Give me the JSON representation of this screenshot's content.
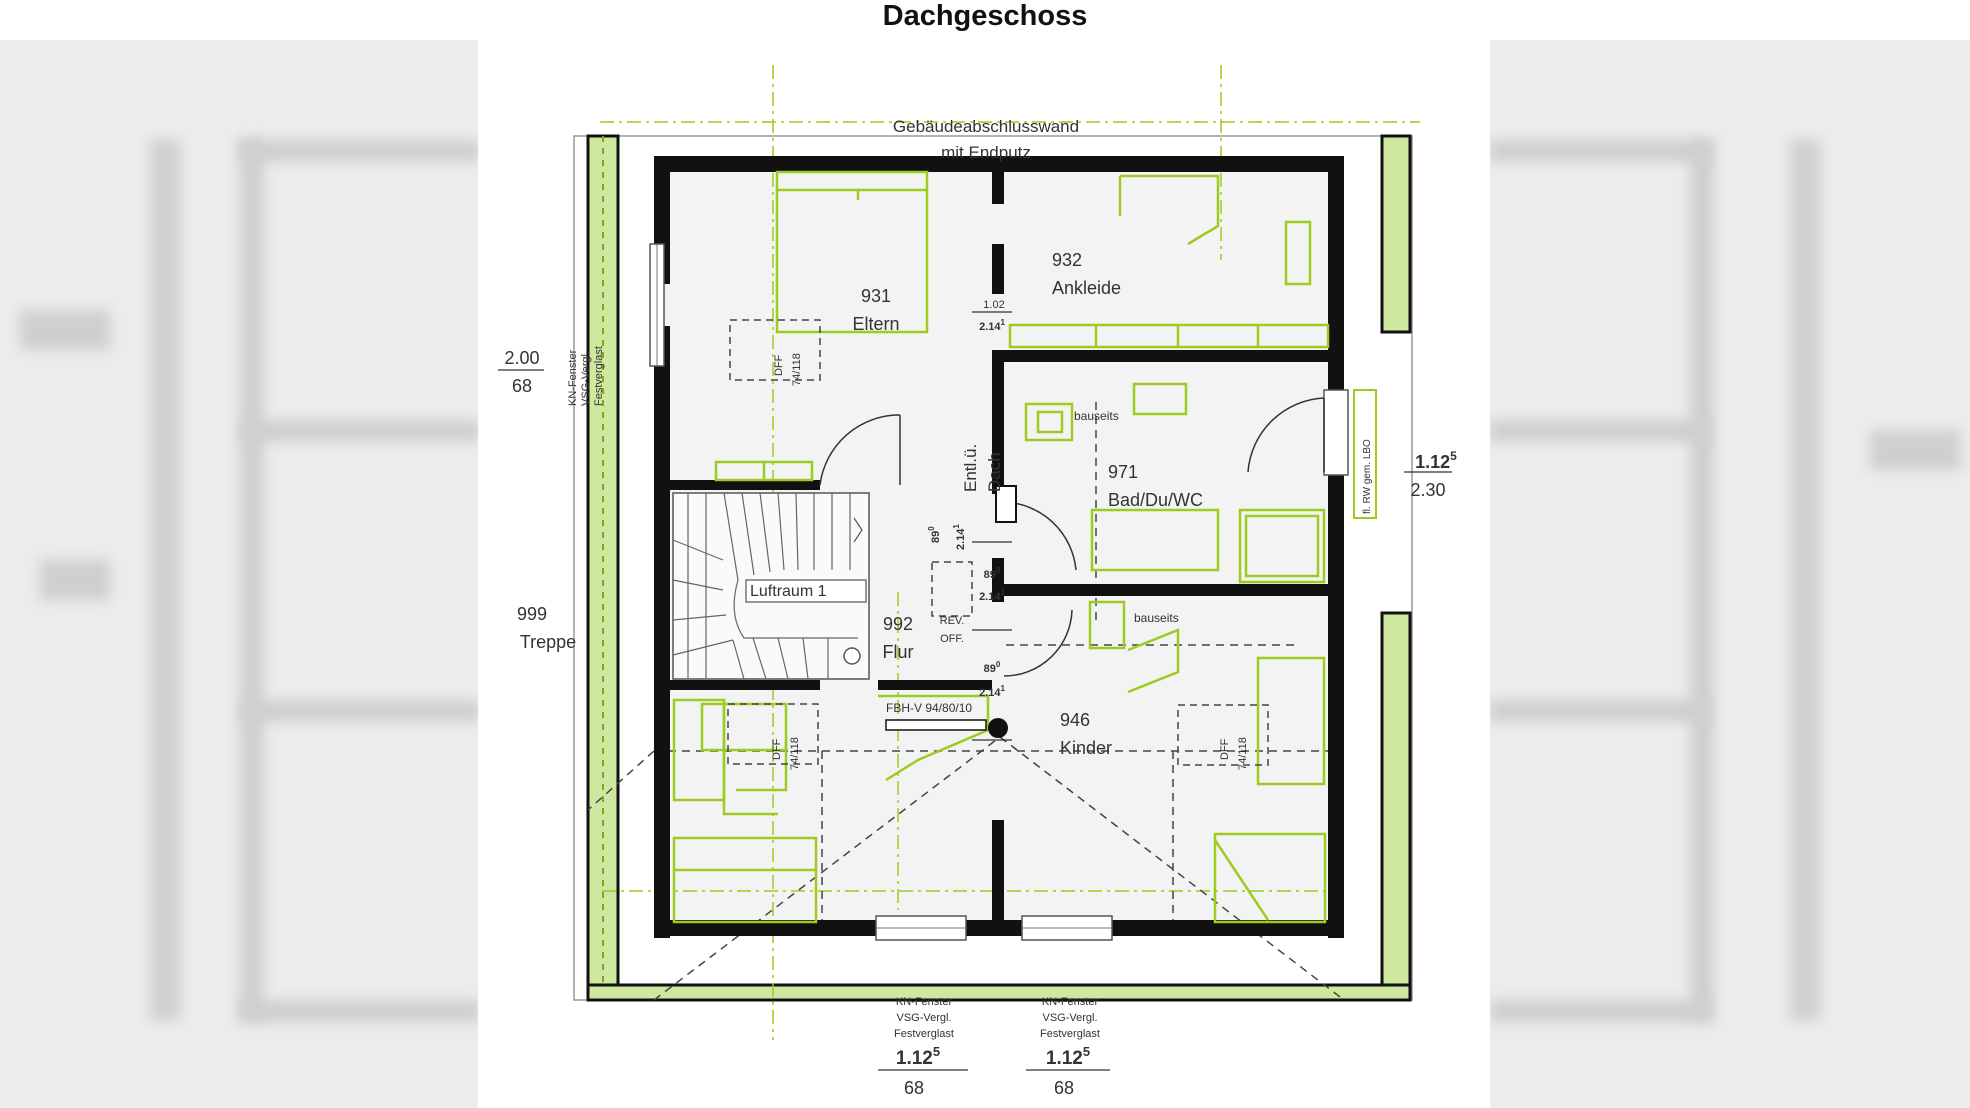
{
  "title": "Dachgeschoss",
  "colors": {
    "wall": "#111111",
    "furniture": "#9ccc1f",
    "floor": "#f3f3f3",
    "dash": "#444444",
    "background": "#ffffff"
  },
  "header_note": {
    "line1": "Gebäudeabschlusswand",
    "line2": "mit Endputz"
  },
  "rooms": [
    {
      "number": "931",
      "name": "Eltern"
    },
    {
      "number": "932",
      "name": "Ankleide"
    },
    {
      "number": "971",
      "name": "Bad/Du/WC"
    },
    {
      "number": "992",
      "name": "Flur"
    },
    {
      "number": "946",
      "name": "Kinder"
    },
    {
      "number": "999",
      "name": "Treppe"
    }
  ],
  "left_window": {
    "width": "2.00",
    "height": "68",
    "label1": "KN-Fenster",
    "label2": "VSG-Vergl.",
    "label3": "Festverglast"
  },
  "right_window": {
    "width": "1.12",
    "sup": "5",
    "height": "2.30",
    "label": "fl. RW gem. LBO"
  },
  "bottom_windows": [
    {
      "label1": "KN-Fenster",
      "label2": "VSG-Vergl.",
      "label3": "Festverglast",
      "width": "1.12",
      "sup": "5",
      "height": "68"
    },
    {
      "label1": "KN-Fenster",
      "label2": "VSG-Vergl.",
      "label3": "Festverglast",
      "width": "1.12",
      "sup": "5",
      "height": "68"
    }
  ],
  "door_dims": {
    "ankleide": {
      "w": "1.02",
      "h": "2.14",
      "sup": "1"
    },
    "eltern": {
      "w": "89",
      "wsup": "0",
      "h": "2.14",
      "sup": "1"
    },
    "bad": {
      "w": "89",
      "wsup": "0",
      "h": "2.14",
      "sup": "1"
    },
    "kinder": {
      "w": "89",
      "wsup": "0",
      "h": "2.14",
      "sup": "1"
    }
  },
  "skylights": [
    {
      "label": "DFF",
      "size": "74/118"
    },
    {
      "label": "DFF",
      "size": "74/118"
    },
    {
      "label": "DFF",
      "size": "74/118"
    }
  ],
  "labels": {
    "bauseits_top": "bauseits",
    "bauseits_bottom": "bauseits",
    "entl_1": "Entl.ü.",
    "entl_2": "Dach",
    "luftraum": "Luftraum 1",
    "rev_1": "REV.",
    "rev_2": "OFF.",
    "fbh": "FBH-V 94/80/10"
  }
}
